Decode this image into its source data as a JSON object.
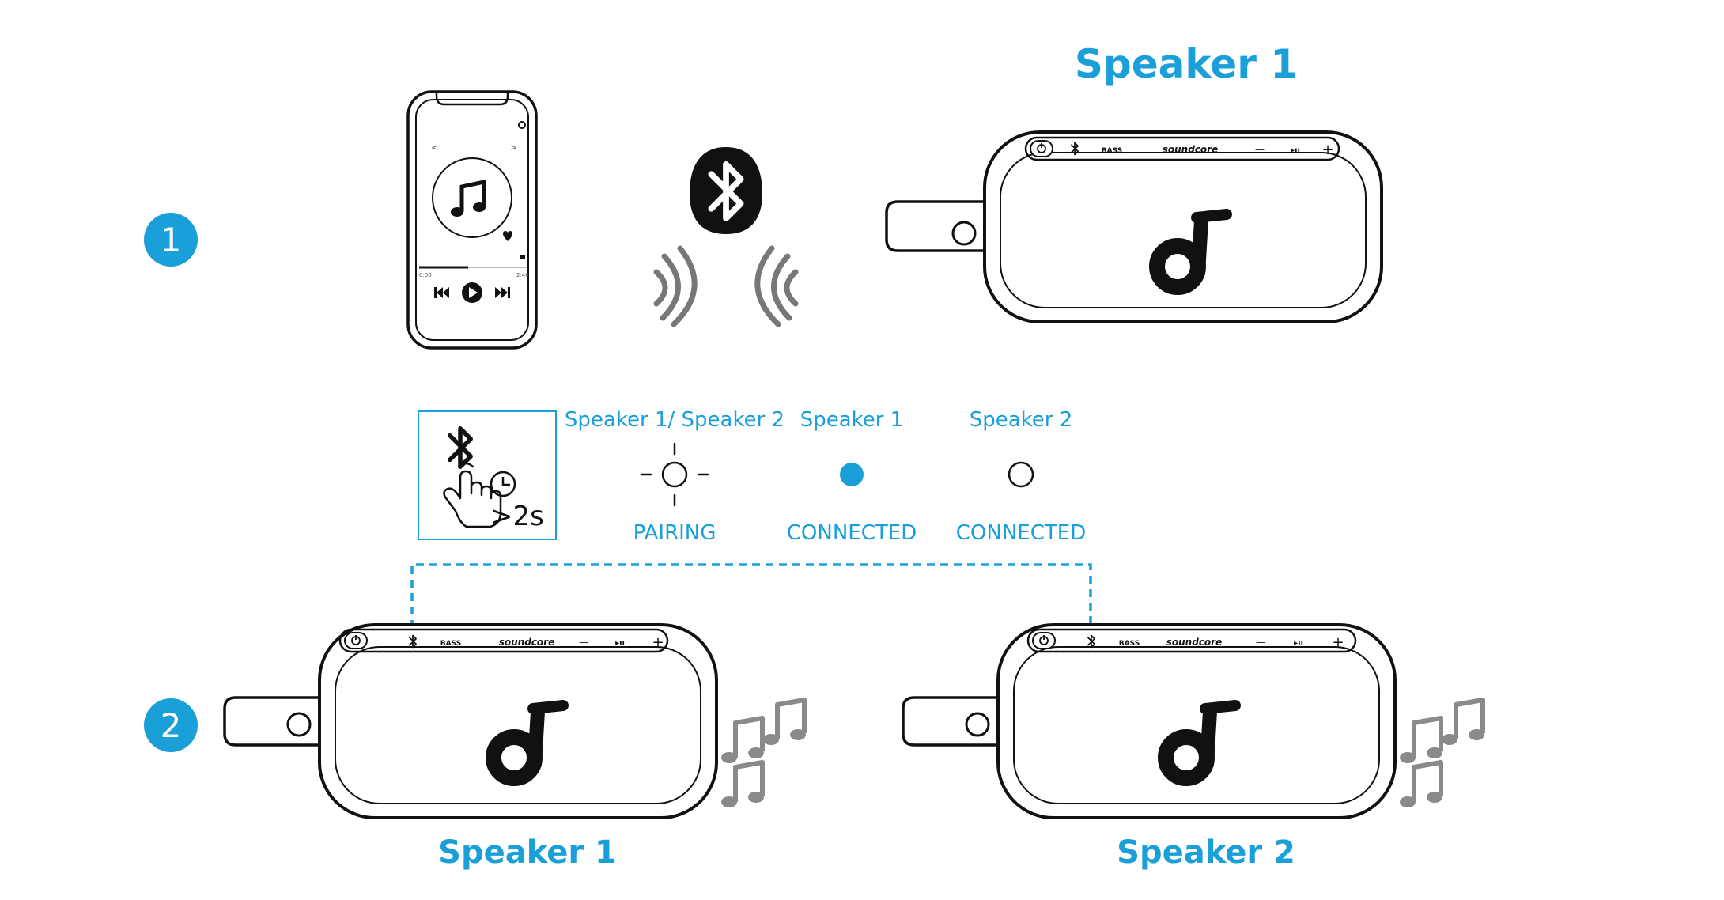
{
  "colors": {
    "accent": "#1a9fd9",
    "line": "#111111",
    "wave": "#777777",
    "note": "#8a8a8a",
    "white": "#ffffff"
  },
  "steps": [
    "1",
    "2"
  ],
  "top_speaker_title": "Speaker 1",
  "speaker_buttons": {
    "bass": "BASS",
    "brand": "soundcore",
    "minus": "—",
    "play": "▸ıı",
    "plus": "+"
  },
  "icons": [
    "bluetooth-icon",
    "hand-press-icon",
    "clock-icon",
    "music-note-icon",
    "play-icon",
    "previous-icon",
    "next-icon",
    "heart-icon",
    "soundcore-logo-icon"
  ],
  "press_box": {
    "duration": ">2s"
  },
  "status": {
    "pairing": {
      "header": "Speaker 1/ Speaker 2",
      "state": "PAIRING"
    },
    "s1": {
      "header": "Speaker 1",
      "state": "CONNECTED"
    },
    "s2": {
      "header": "Speaker 2",
      "state": "CONNECTED"
    }
  },
  "bottom_labels": {
    "left": "Speaker 1",
    "right": "Speaker 2"
  },
  "phone": {
    "prev": "<",
    "next": ">",
    "time_start": "0:00",
    "time_end": "2:46"
  }
}
